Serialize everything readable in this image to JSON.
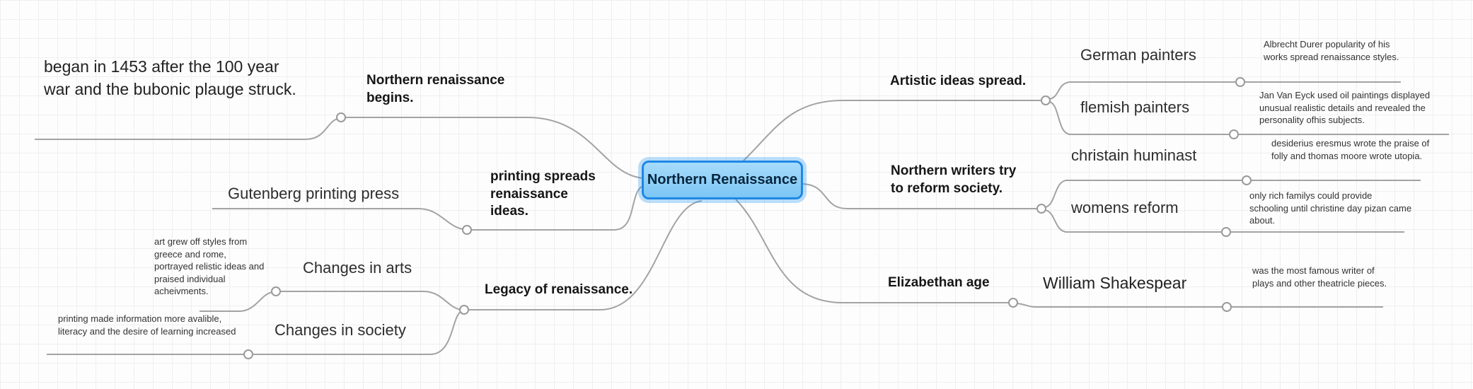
{
  "central": {
    "label": "Northern Renaissance"
  },
  "branches": {
    "begins": {
      "label": "Northern renaissance begins.",
      "child": "began in 1453 after the 100 year war and the bubonic plauge struck."
    },
    "printing": {
      "label": "printing spreads renaissance ideas.",
      "child": "Gutenberg printing press"
    },
    "legacy": {
      "label": "Legacy of renaissance.",
      "arts": {
        "label": "Changes in arts",
        "note": "art grew off styles from greece and rome, portrayed relistic ideas and praised individual acheivments."
      },
      "society": {
        "label": "Changes in society",
        "note": "printing made information more avalible, literacy and the desire of learning increased"
      }
    },
    "artistic": {
      "label": "Artistic ideas spread.",
      "german": {
        "label": "German painters",
        "note": "Albrecht Durer popularity of his works spread renaissance styles."
      },
      "flemish": {
        "label": "flemish painters",
        "note": "Jan Van Eyck used oil paintings displayed unusual realistic details and revealed the personality ofhis subjects."
      }
    },
    "writers": {
      "label": "Northern writers try to reform society.",
      "christain": {
        "label": "christain huminast",
        "note": "desiderius eresmus wrote the praise of folly and thomas moore wrote utopia."
      },
      "womens": {
        "label": "womens reform",
        "note": "only rich familys could provide schooling until christine day pizan came about."
      }
    },
    "elizabethan": {
      "label": "Elizabethan age",
      "shakespear": {
        "label": "William Shakespear",
        "note": "was the most famous writer of plays and other theatricle pieces."
      }
    }
  },
  "colors": {
    "central_fill": "#8fd0f8",
    "central_border": "#1e88e5",
    "connector": "#a3a3a3",
    "grid": "#efefef"
  }
}
